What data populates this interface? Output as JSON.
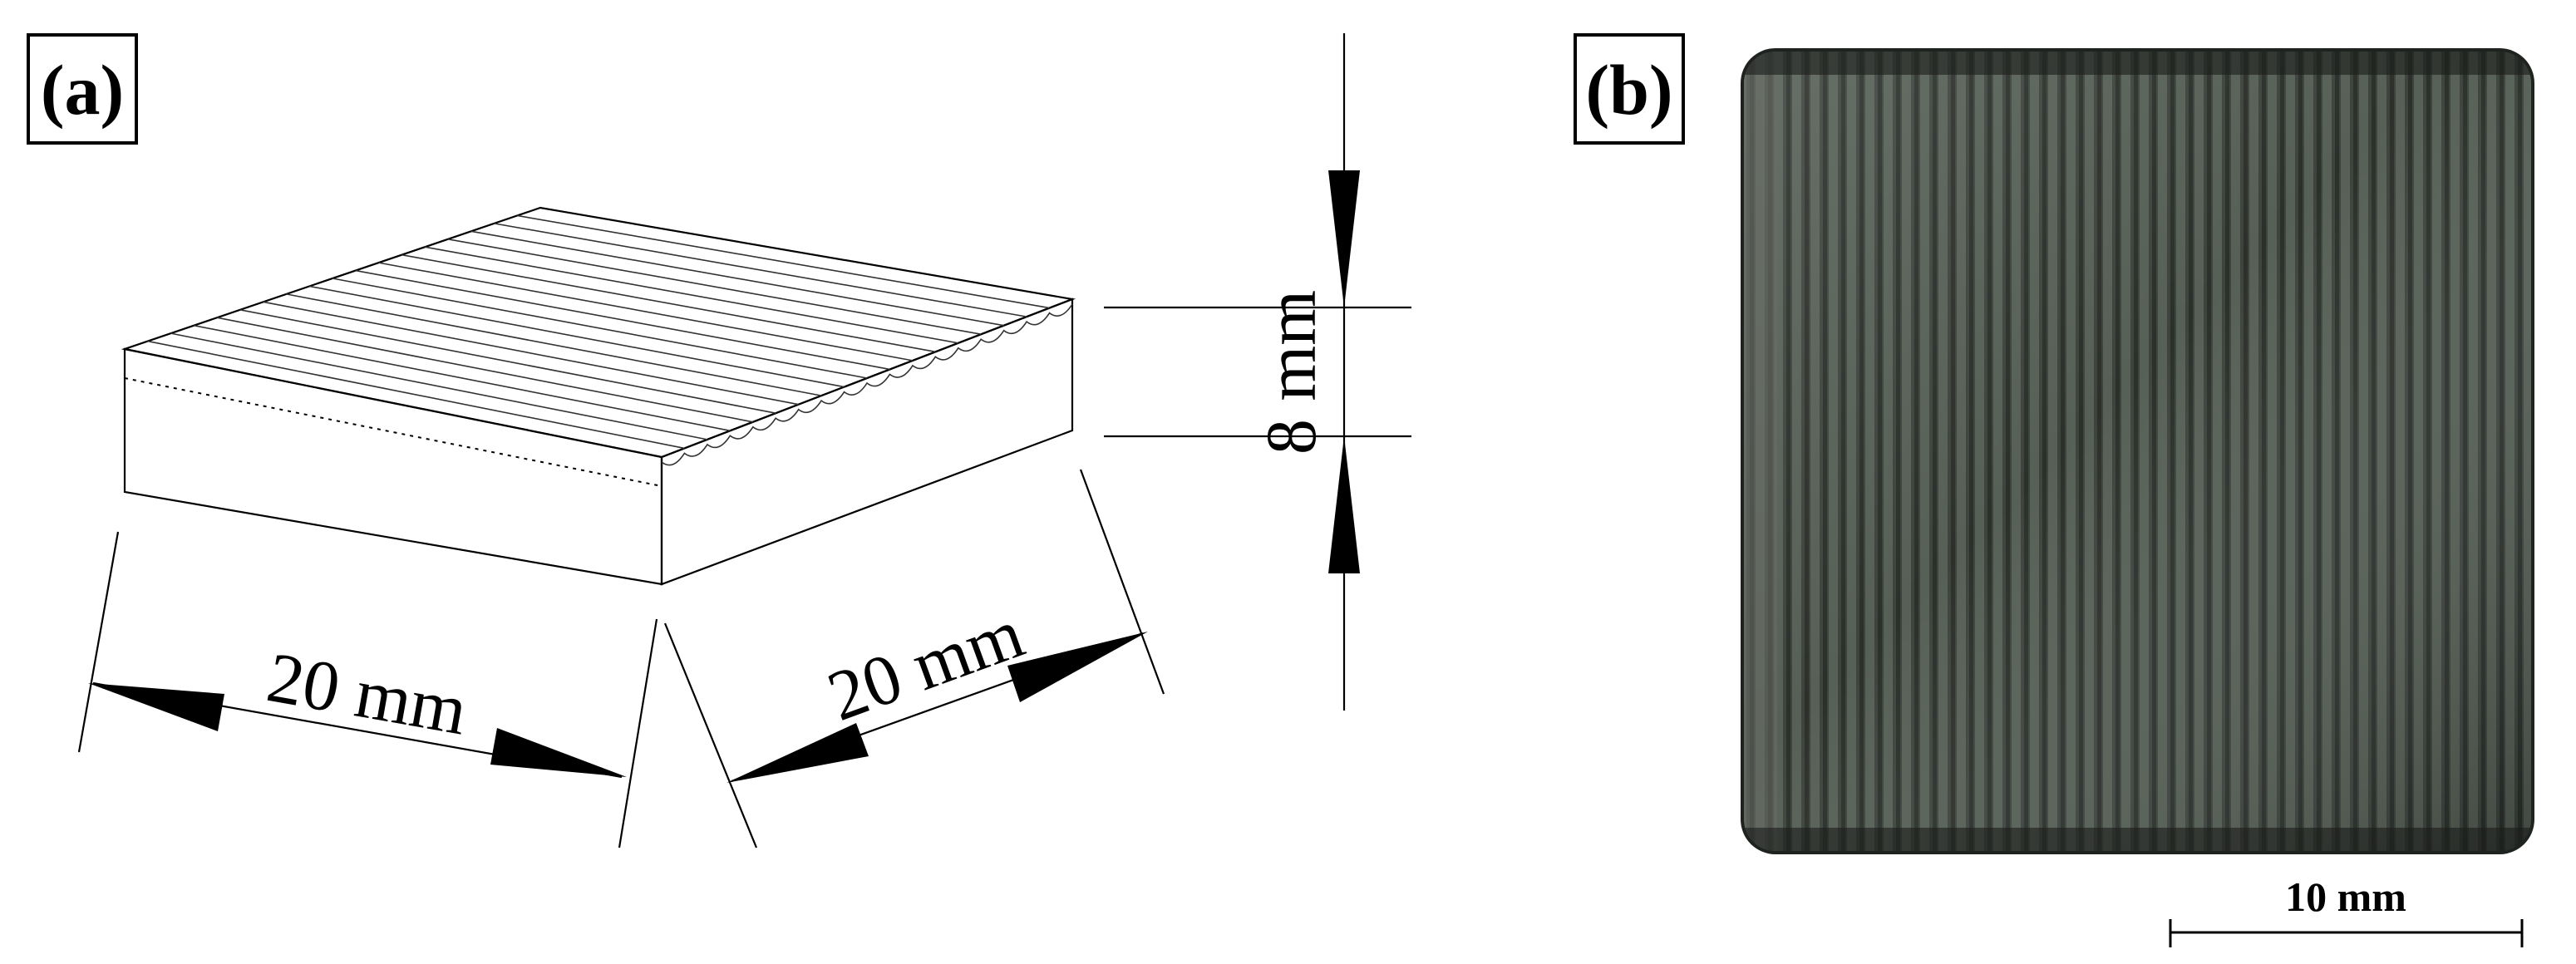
{
  "panels": {
    "a": {
      "label": "(a)"
    },
    "b": {
      "label": "(b)"
    }
  },
  "dimensions": {
    "length": "20 mm",
    "width": "20 mm",
    "height": "8 mm"
  },
  "scale_bar": {
    "label": "10 mm"
  },
  "colors": {
    "sample_surface": "#3c433d",
    "sample_edge": "#1f231f",
    "line": "#000000"
  }
}
